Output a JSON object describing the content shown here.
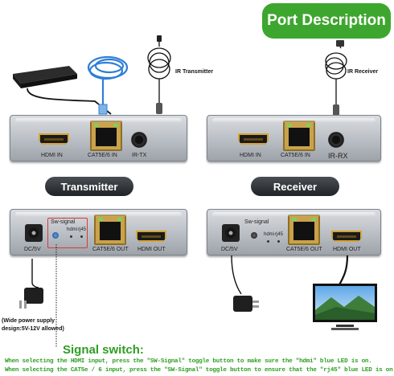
{
  "title": "Port Description",
  "transmitter": {
    "name": "Transmitter",
    "ir_label": "IR Transmitter",
    "front_ports": {
      "hdmi_in": "HDMI IN",
      "cat_in": "CAT5E/6 IN",
      "ir": "IR-TX"
    },
    "back_ports": {
      "dc": "DC/5V",
      "sw": "Sw-signal",
      "led_hdmi": "hdmi",
      "led_rj45": "rj45",
      "cat_out": "CAT5E/6 OUT",
      "hdmi_out": "HDMI OUT"
    },
    "power_note_line1": "(Wide power supply",
    "power_note_line2": "design:5V-12V allowed)"
  },
  "receiver": {
    "name": "Receiver",
    "ir_label": "IR Receiver",
    "front_ports": {
      "hdmi_in": "HDMI IN",
      "cat_in": "CAT5E/6 IN",
      "ir": "IR-RX"
    },
    "back_ports": {
      "dc": "DC/5V",
      "sw": "Sw-signal",
      "led_hdmi": "hdmi",
      "led_rj45": "rj45",
      "cat_out": "CAT5E/6 OUT",
      "hdmi_out": "HDMI OUT"
    }
  },
  "signal_switch": {
    "title": "Signal switch:",
    "line1": "When selecting the HDMI input, press the \"SW-Signal\" toggle button to make sure the \"hdmi\" blue LED is on.",
    "line2": "When selecting the CAT5e / 6 input, press the \"SW-Signal\" toggle button to ensure that the \"rj45\" blue LED is on."
  },
  "colors": {
    "accent_green": "#3da62e",
    "highlight_red": "#d93a3a",
    "hdmi_gold": "#d9a331"
  }
}
